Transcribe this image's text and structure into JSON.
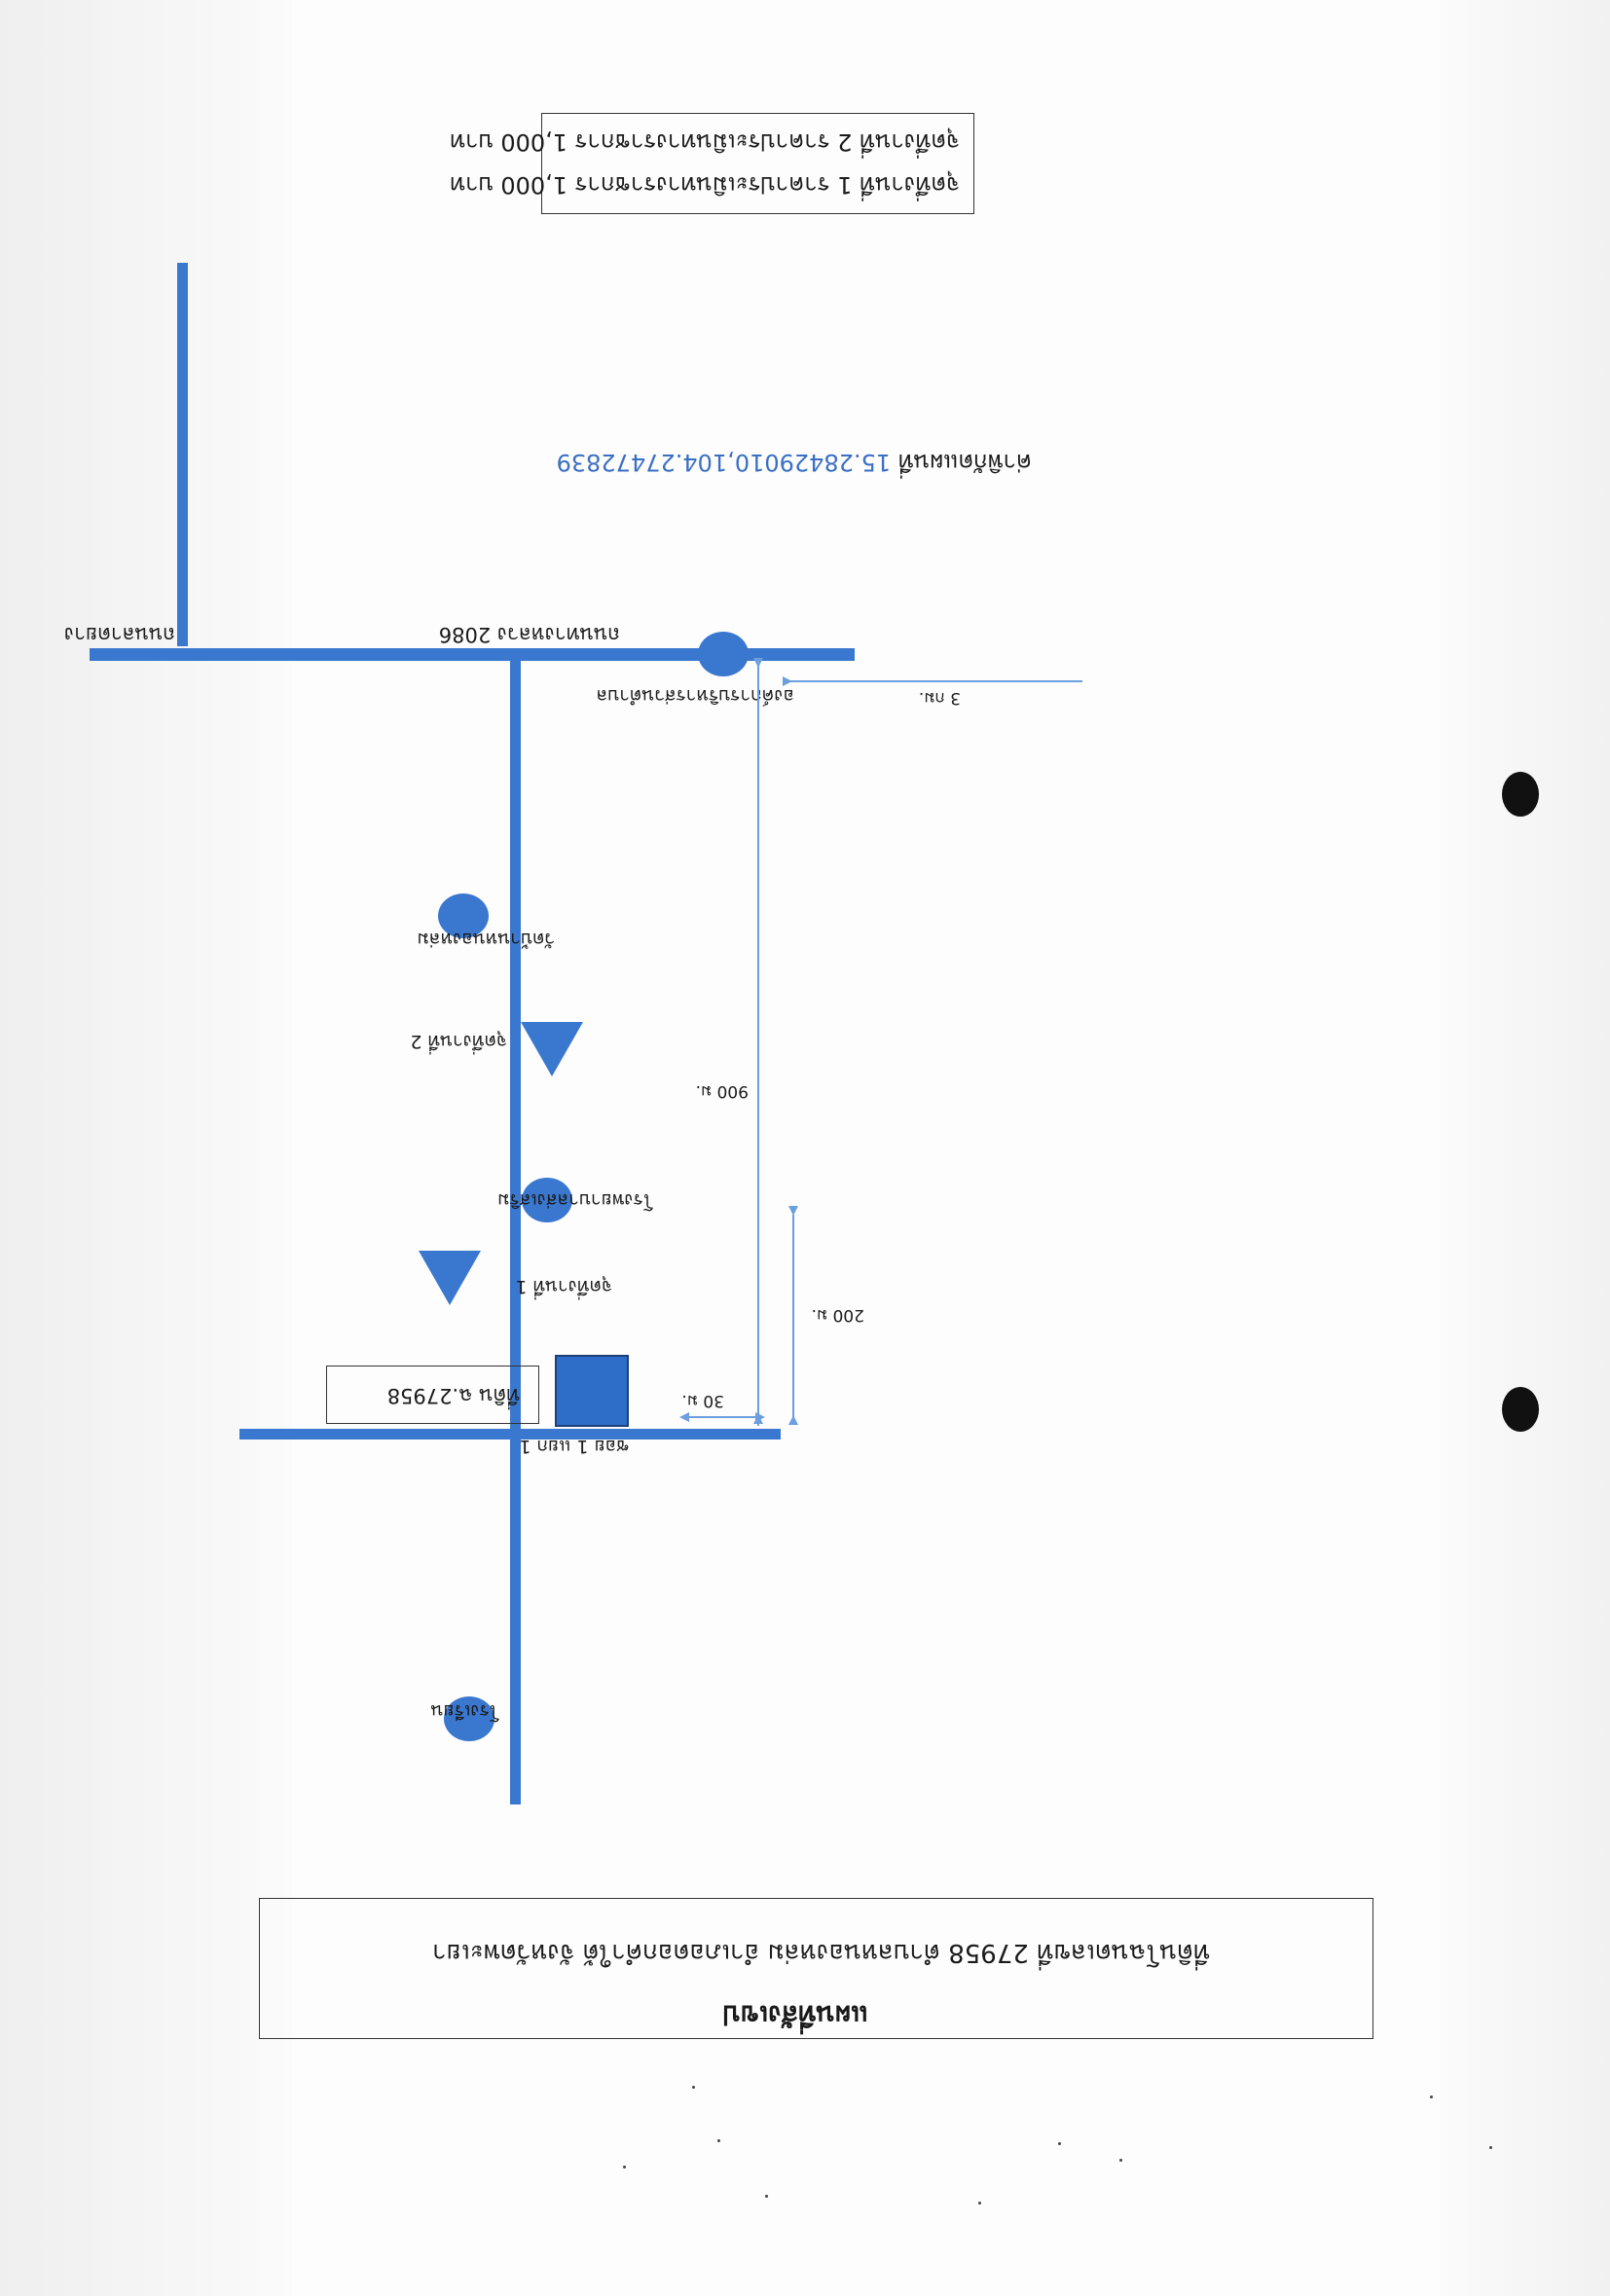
{
  "header": {
    "title": "แผนที่สังเขป",
    "subtitle": "ที่ดินโฉนดเลขที่ 27958 ตำบลหนองหล่ม อำเภอดอกคำใต้ จังหวัดพะเยา"
  },
  "legend": {
    "line1": "จุดทึ่งานที่ 1 ราคาประเมินทางราชการ 1,000 บาท",
    "line2": "จุดทึ่งานที่ 2 ราคาประเมินทางราชการ 1,000 บาท"
  },
  "coordinates": {
    "label": "ค่าพิกัดแผนที่",
    "value": "15.28429010,104.27472839"
  },
  "roads": {
    "main_road": "ถนนทางหลวง 2086",
    "branch_road": "ถนนลาดยาง",
    "soi": "ซอย 1 แยก 1"
  },
  "places": {
    "office": "องค์การบริหารส่วนตำบล",
    "temp_hospital": "โรงพยาบาลส่งเสริม",
    "school": "โรงเรียน",
    "temple": "วัดบ้านหนองหล่ม"
  },
  "survey_points": {
    "point1": "จุดทึ่งานที่ 1",
    "point2": "จุดทึ่งานที่ 2"
  },
  "plot": {
    "label": "ที่ดิน ฉ.27958"
  },
  "distances": {
    "d_3km": "3 กม.",
    "d_900m": "900 ม.",
    "d_200m": "200 ม.",
    "d_30m": "30 ม."
  },
  "colors": {
    "road": "#3a78d0",
    "dimension": "#6b9fe0",
    "coordinate_text": "#3a6fc4"
  }
}
